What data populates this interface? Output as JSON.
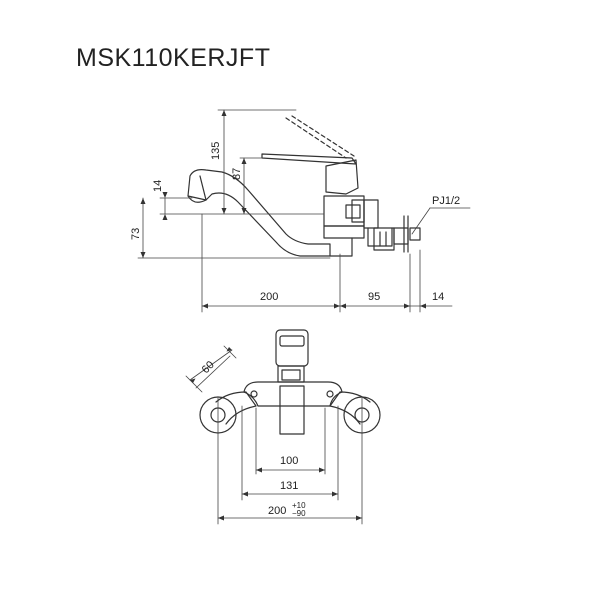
{
  "title": "MSK110KERJFT",
  "side_view": {
    "dims": {
      "h135": "135",
      "h87": "87",
      "h14": "14",
      "h73": "73",
      "w200": "200",
      "w95": "95",
      "w14": "14",
      "pipe": "PJ1/2"
    }
  },
  "top_view": {
    "dims": {
      "d60": "60",
      "w100": "100",
      "w131": "131",
      "w200": "200",
      "tol_plus": "+10",
      "tol_minus": "−90"
    }
  }
}
